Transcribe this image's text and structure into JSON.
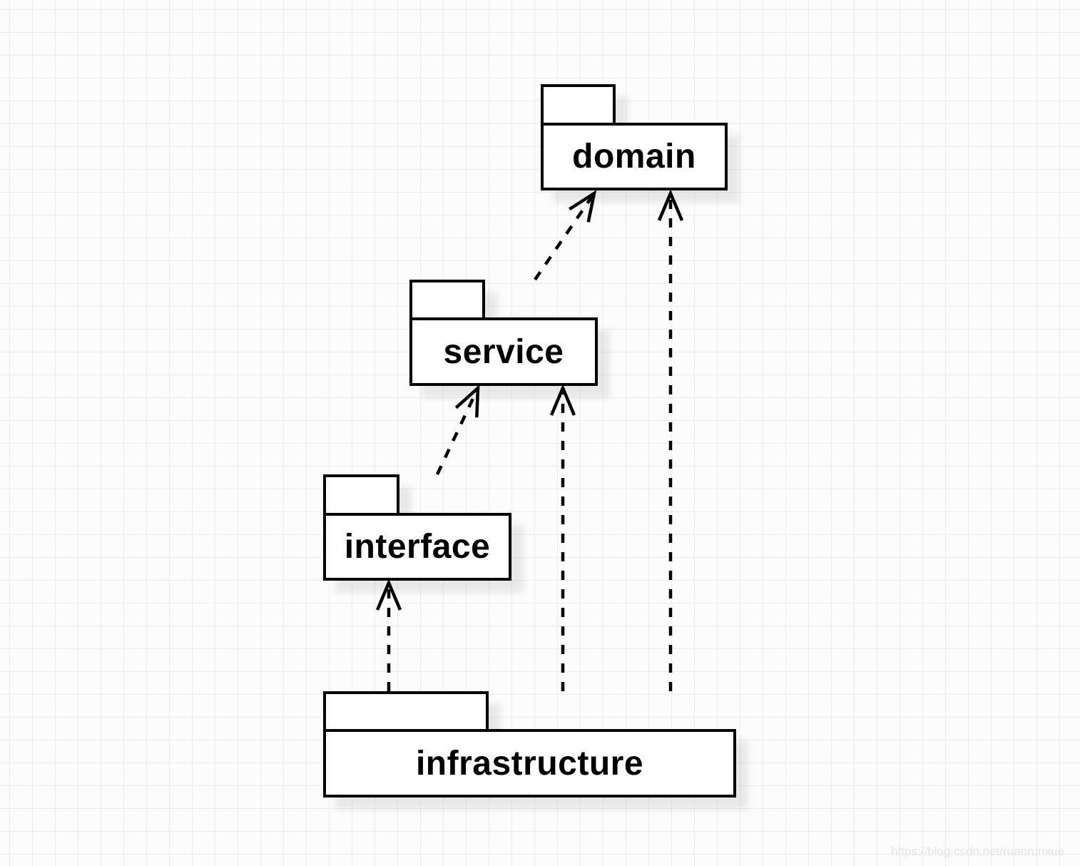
{
  "diagram": {
    "type": "uml-package-diagram",
    "packages": [
      {
        "id": "domain",
        "label": "domain"
      },
      {
        "id": "service",
        "label": "service"
      },
      {
        "id": "interface",
        "label": "interface"
      },
      {
        "id": "infrastructure",
        "label": "infrastructure"
      }
    ],
    "dependencies": [
      {
        "from": "service",
        "to": "domain",
        "style": "dashed-open-arrow"
      },
      {
        "from": "interface",
        "to": "service",
        "style": "dashed-open-arrow"
      },
      {
        "from": "infrastructure",
        "to": "interface",
        "style": "dashed-open-arrow"
      },
      {
        "from": "infrastructure",
        "to": "service",
        "style": "dashed-open-arrow"
      },
      {
        "from": "infrastructure",
        "to": "domain",
        "style": "dashed-open-arrow"
      }
    ],
    "colors": {
      "stroke": "#000000",
      "shape_fill": "#ffffff",
      "background": "#fcfcfc",
      "grid_line": "#ededed",
      "shadow": "rgba(0,0,0,0.08)",
      "watermark": "#e4e4e9"
    }
  },
  "watermark": {
    "text": "https://blog.csdn.net/ruanrunxue"
  }
}
